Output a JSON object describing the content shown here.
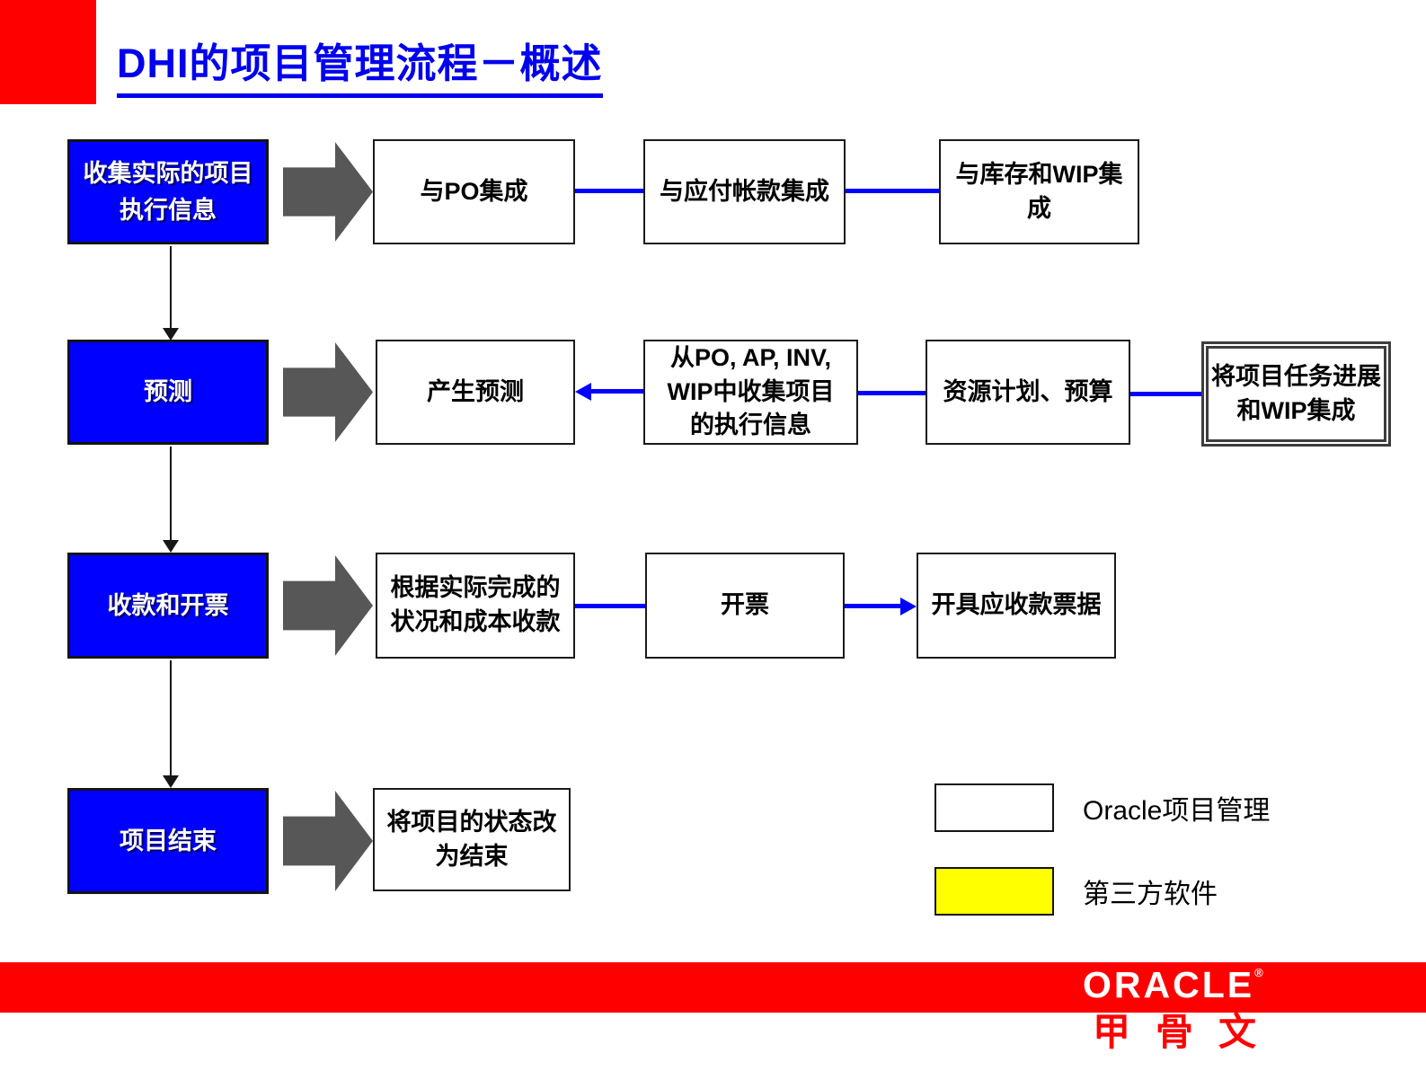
{
  "title": "DHI的项目管理流程－概述",
  "flow": {
    "rows": [
      {
        "stage": "收集实际的项目\n执行信息",
        "steps": [
          "与PO集成",
          "与应付帐款集成",
          "与库存和WIP集\n成"
        ]
      },
      {
        "stage": "预测",
        "steps": [
          "产生预测",
          "从PO, AP, INV,\nWIP中收集项目\n的执行信息",
          "资源计划、预算",
          "将项目任务进展\n和WIP集成"
        ]
      },
      {
        "stage": "收款和开票",
        "steps": [
          "根据实际完成的\n状况和成本收款",
          "开票",
          "开具应收款票据"
        ]
      },
      {
        "stage": "项目结束",
        "steps": [
          "将项目的状态改\n为结束"
        ]
      }
    ]
  },
  "legend": {
    "items": [
      {
        "swatch_color": "#FFFFFF",
        "label": "Oracle项目管理"
      },
      {
        "swatch_color": "#FFFF00",
        "label": "第三方软件"
      }
    ]
  },
  "footer": {
    "logo": "ORACLE",
    "logo_mark": "®",
    "logo_cn": "甲骨文"
  },
  "colors": {
    "title_blue": "#0000EE",
    "stage_fill_blue": "#0000FF",
    "connector_blue": "#0000FF",
    "block_arrow_gray": "#575757",
    "accent_red": "#FF0000",
    "third_party_yellow": "#FFFF00"
  }
}
